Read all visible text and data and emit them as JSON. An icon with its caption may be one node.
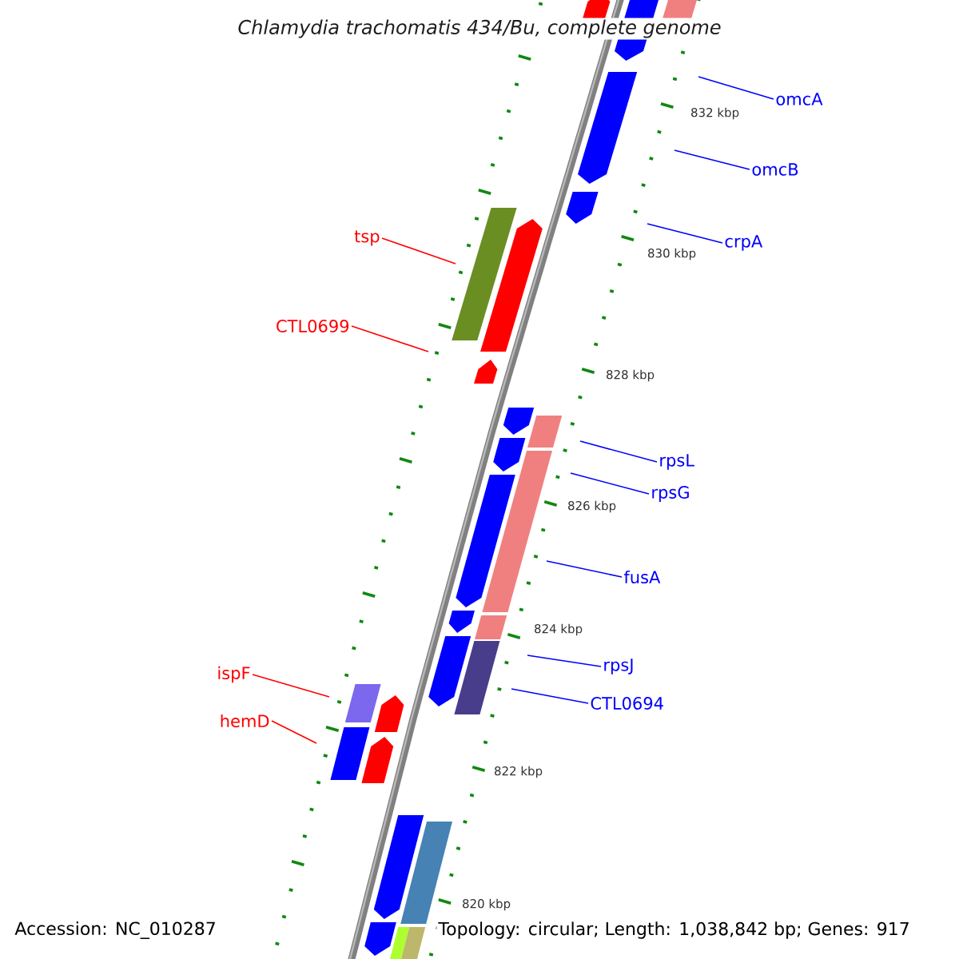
{
  "diagram": {
    "title": "Chlamydia trachomatis 434/Bu, complete genome",
    "nodes": [
      {
        "text": [
          "omcA"
        ]
      },
      {
        "text": [
          "omcB"
        ]
      },
      {
        "text": [
          "crpA"
        ]
      },
      {
        "text": [
          "tsp"
        ]
      },
      {
        "text": [
          "CTL0699"
        ]
      },
      {
        "text": [
          "rpsL"
        ]
      },
      {
        "text": [
          "rpsG"
        ]
      },
      {
        "text": [
          "fusA"
        ]
      },
      {
        "text": [
          "rpsJ"
        ]
      },
      {
        "text": [
          "CTL0694"
        ]
      },
      {
        "text": [
          "ispF"
        ]
      },
      {
        "text": [
          "hemD"
        ]
      }
    ],
    "edges": [
      {
        "from": 0,
        "to": null,
        "arrow": "none"
      },
      {
        "from": 1,
        "to": null,
        "arrow": "none"
      },
      {
        "from": 2,
        "to": null,
        "arrow": "none"
      },
      {
        "from": 3,
        "to": null,
        "arrow": "none",
        "color": "#ff0000"
      },
      {
        "from": 4,
        "to": null,
        "arrow": "none",
        "color": "#ff0000"
      },
      {
        "from": 5,
        "to": null,
        "arrow": "none"
      },
      {
        "from": 6,
        "to": null,
        "arrow": "none"
      },
      {
        "from": 7,
        "to": null,
        "arrow": "none"
      },
      {
        "from": 8,
        "to": null,
        "arrow": "none"
      },
      {
        "from": 9,
        "to": null,
        "arrow": "none"
      },
      {
        "from": 10,
        "to": null,
        "arrow": "none",
        "color": "#ff0000"
      },
      {
        "from": 11,
        "to": null,
        "arrow": "none",
        "color": "#ff0000"
      }
    ],
    "labels": [
      "832 kbp",
      "830 kbp",
      "828 kbp",
      "826 kbp",
      "824 kbp",
      "822 kbp",
      "820 kbp",
      "Accession: NC_010287",
      "Topology: circular; Length: 1,038,842 bp; Genes: 917"
    ]
  }
}
